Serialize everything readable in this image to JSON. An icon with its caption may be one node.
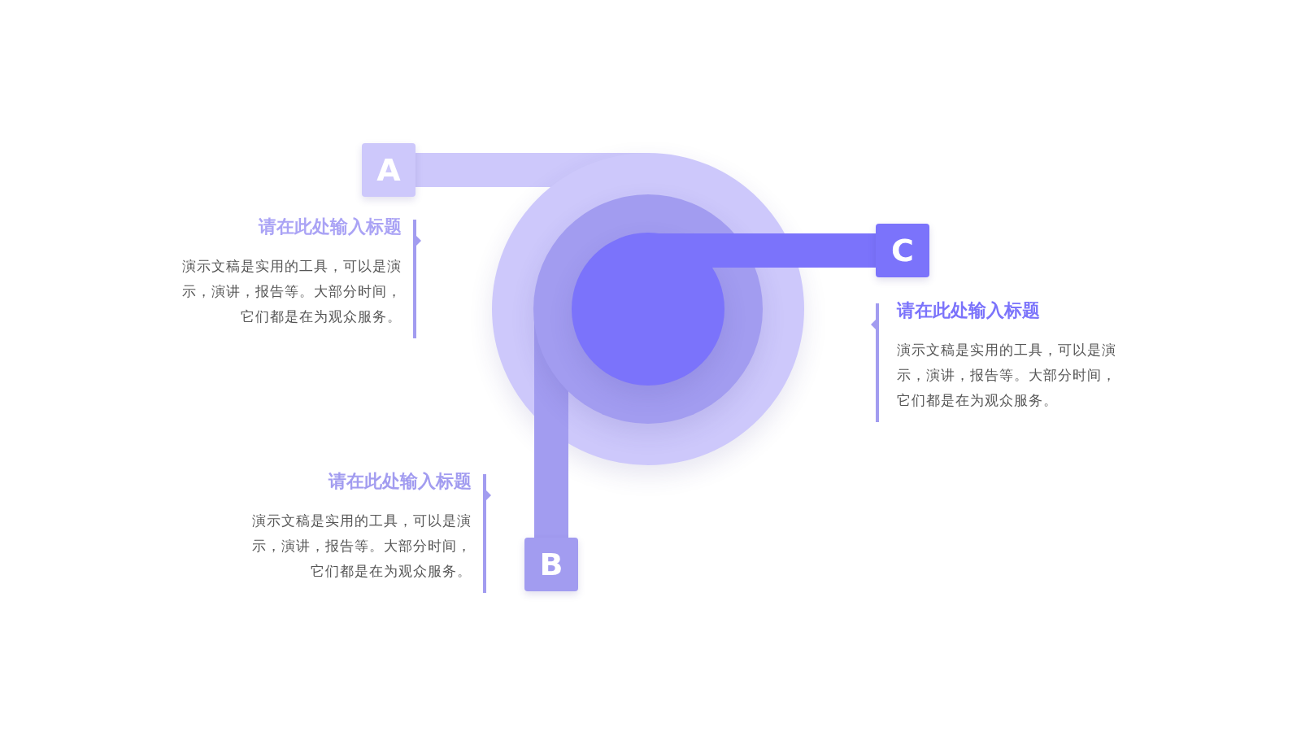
{
  "diagram": {
    "nodes": [
      {
        "text": [],
        "shape": "circle"
      },
      {
        "text": [],
        "shape": "circle",
        "in": 0
      },
      {
        "text": [],
        "shape": "circle",
        "in": 1
      },
      {
        "text": [
          "A"
        ]
      },
      {
        "text": [
          "请在此处输入标题",
          "演示文稿是实用的工具，可以是演示，演讲，报告等。大部分时间，它们都是在为观众服务。"
        ]
      },
      {
        "text": [
          "C"
        ]
      },
      {
        "text": [
          "请在此处输入标题",
          "演示文稿是实用的工具，可以是演示，演讲，报告等。大部分时间，它们都是在为观众服务。"
        ]
      },
      {
        "text": [
          "请在此处输入标题",
          "演示文稿是实用的工具，可以是演示，演讲，报告等。大部分时间，它们都是在为观众服务。"
        ]
      },
      {
        "text": [
          "B"
        ]
      }
    ],
    "edges": [
      {
        "from": 3,
        "to": 0,
        "arrow": "none",
        "color": "#cdc8fb"
      },
      {
        "from": 1,
        "to": 8,
        "arrow": "none",
        "color": "#a29cf0"
      },
      {
        "from": 2,
        "to": 5,
        "arrow": "none",
        "color": "#7b73fb"
      }
    ]
  }
}
